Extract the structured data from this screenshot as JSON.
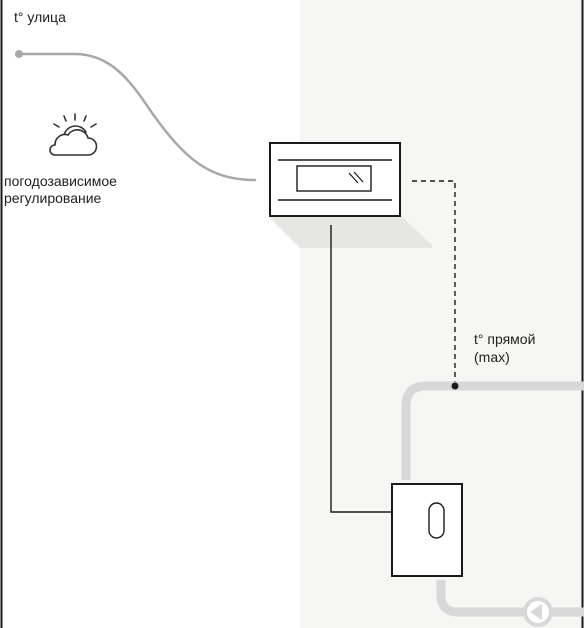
{
  "labels": {
    "outdoor_temp": "t° улица",
    "weather_comp_line1": "погодозависимое",
    "weather_comp_line2": "регулирование",
    "flow_temp_line1": "t° прямой",
    "flow_temp_line2": "(max)"
  },
  "icons": {
    "weather": "sun-behind-cloud-icon",
    "controller": "control-unit-icon",
    "thermostat": "room-thermostat-icon",
    "pump": "circulation-pump-icon"
  },
  "colors": {
    "line_dark": "#222222",
    "pipe_gray": "#d8d8d8",
    "sensor_gray": "#a8a8a8",
    "background_panel": "#f6f6f4",
    "border": "#1a1a1a"
  }
}
